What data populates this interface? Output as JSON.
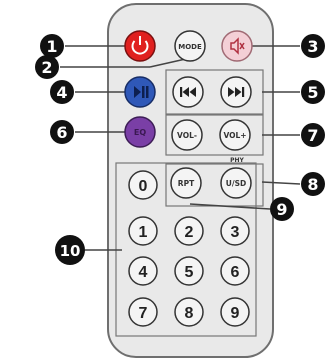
{
  "remote": {
    "body_color": "#e9e9e9",
    "outline_color": "#6f6f6f",
    "top_buttons": {
      "power": {
        "icon": "power-icon",
        "color": "#e0201f"
      },
      "mode": {
        "label": "MODE"
      },
      "mute": {
        "icon": "mute-icon",
        "color": "#f4cfd6"
      }
    },
    "transport": {
      "play_pause": {
        "icon": "play-pause-icon",
        "color": "#2f58b8"
      },
      "previous": {
        "icon": "previous-icon"
      },
      "next": {
        "icon": "next-icon"
      }
    },
    "eq_button": {
      "label": "EQ",
      "color": "#7a3fa6"
    },
    "volume": {
      "down": {
        "label": "VOL-"
      },
      "up": {
        "label": "VOL+"
      }
    },
    "rpt_button": {
      "label": "RPT"
    },
    "usbsd_button": {
      "label": "U/SD"
    },
    "small_label": "PHY",
    "digits": [
      "0",
      "1",
      "2",
      "3",
      "4",
      "5",
      "6",
      "7",
      "8",
      "9"
    ]
  },
  "callouts": [
    "1",
    "2",
    "3",
    "4",
    "5",
    "6",
    "7",
    "8",
    "9",
    "10"
  ]
}
